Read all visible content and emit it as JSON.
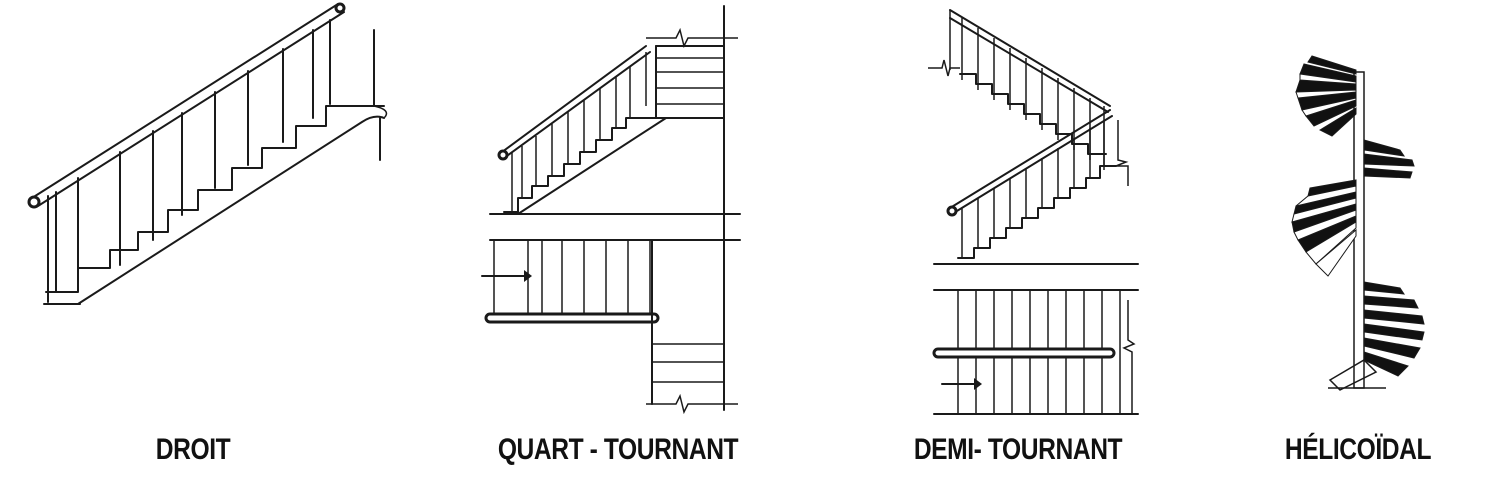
{
  "staircase_types": [
    {
      "id": "straight",
      "label": "DROIT",
      "icon": "straight-staircase-icon"
    },
    {
      "id": "quarter-turn",
      "label": "QUART - TOURNANT",
      "icon": "quarter-turn-staircase-icon"
    },
    {
      "id": "half-turn",
      "label": "DEMI- TOURNANT",
      "icon": "half-turn-staircase-icon"
    },
    {
      "id": "spiral",
      "label": "HÉLICOÏDAL",
      "icon": "spiral-staircase-icon"
    }
  ]
}
